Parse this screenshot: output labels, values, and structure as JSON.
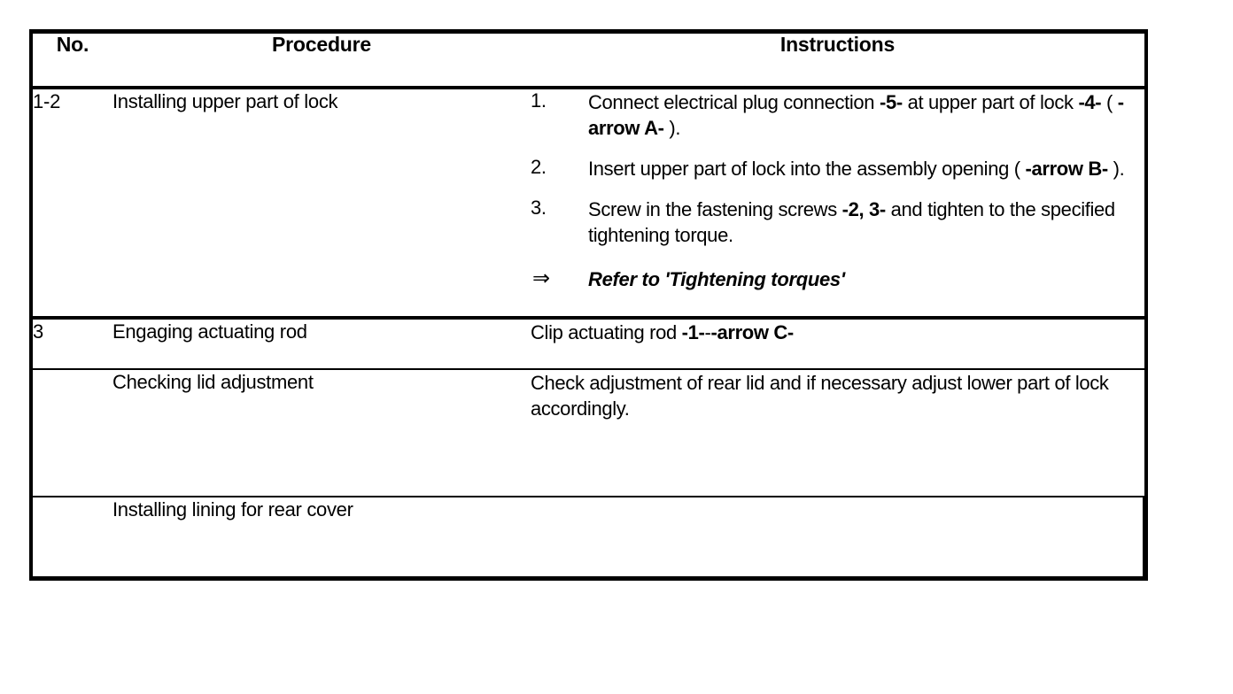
{
  "document": {
    "type": "workshop-procedure-table",
    "columns": [
      "No.",
      "Procedure",
      "Instructions"
    ]
  },
  "table": {
    "headers": {
      "no": "No.",
      "procedure": "Procedure",
      "instructions": "Instructions"
    },
    "rows": [
      {
        "no": "1-2",
        "procedure": "Installing upper part of lock",
        "steps": [
          {
            "num": "1.",
            "parts": [
              {
                "text": "Connect electrical plug connection ",
                "bold": false
              },
              {
                "text": "-5-",
                "bold": true
              },
              {
                "text": " at upper part of lock ",
                "bold": false
              },
              {
                "text": "-4-",
                "bold": true
              },
              {
                "text": " ( ",
                "bold": false
              },
              {
                "text": "-arrow A-",
                "bold": true
              },
              {
                "text": " ).",
                "bold": false
              }
            ]
          },
          {
            "num": "2.",
            "parts": [
              {
                "text": "Insert upper part of lock into the assembly opening ( ",
                "bold": false
              },
              {
                "text": "-arrow B-",
                "bold": true
              },
              {
                "text": " ).",
                "bold": false
              }
            ]
          },
          {
            "num": "3.",
            "parts": [
              {
                "text": "Screw in the fastening screws ",
                "bold": false
              },
              {
                "text": "-2, 3-",
                "bold": true
              },
              {
                "text": " and tighten to the specified tightening torque.",
                "bold": false
              }
            ]
          }
        ],
        "reference": {
          "arrow": "⇒",
          "text": "Refer to 'Tightening torques'"
        }
      },
      {
        "no": "3",
        "procedure": "Engaging actuating rod",
        "instruction_parts": [
          {
            "text": "Clip actuating rod ",
            "bold": false
          },
          {
            "text": "-1-",
            "bold": true
          },
          {
            "text": "-",
            "bold": false
          },
          {
            "text": "-arrow C-",
            "bold": true
          }
        ]
      },
      {
        "no": "",
        "procedure": "Checking lid adjustment",
        "instruction_parts": [
          {
            "text": "Check adjustment of rear lid and if necessary adjust lower part of lock accordingly.",
            "bold": false
          }
        ]
      },
      {
        "no": "",
        "procedure": "Installing lining for rear cover",
        "instruction_parts": []
      }
    ]
  },
  "colors": {
    "text": "#000000",
    "background": "#ffffff",
    "border": "#000000"
  }
}
